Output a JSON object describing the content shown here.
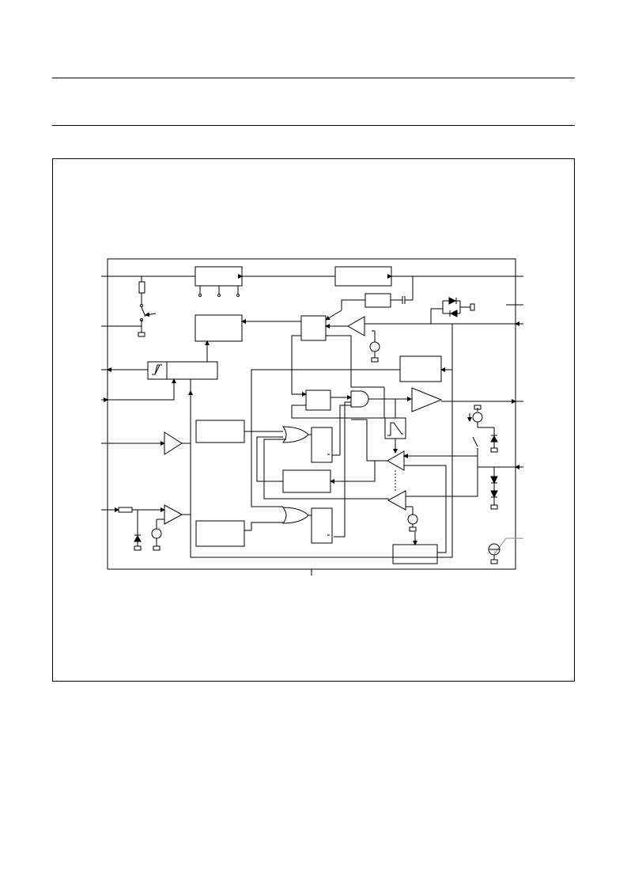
{
  "colors": {
    "ink": "#000000",
    "pin": "#888888",
    "paper": "#ffffff"
  },
  "diagram": {
    "type": "block-diagram",
    "blocks": [
      {
        "id": "ref-block"
      },
      {
        "id": "regulator-block"
      },
      {
        "id": "control-logic-block"
      },
      {
        "id": "latch-block"
      },
      {
        "id": "protection-block"
      },
      {
        "id": "hysteresis-comparator-block"
      },
      {
        "id": "flipflop-block"
      },
      {
        "id": "timer-block-1"
      },
      {
        "id": "timer-block-2"
      },
      {
        "id": "timer-block-3"
      },
      {
        "id": "timer-block-4"
      },
      {
        "id": "current-sense-block"
      },
      {
        "id": "driver-block"
      },
      {
        "id": "ramp-generator"
      },
      {
        "id": "ic-package"
      }
    ],
    "gates": [
      {
        "type": "and",
        "id": "and-gate"
      },
      {
        "type": "or",
        "id": "or-gate-1"
      },
      {
        "type": "or",
        "id": "or-gate-2"
      }
    ],
    "amplifiers": [
      {
        "id": "error-amp"
      },
      {
        "id": "buffer"
      },
      {
        "id": "input-comparator"
      },
      {
        "id": "current-comparator"
      },
      {
        "id": "demag-comparator"
      },
      {
        "id": "output-driver"
      }
    ]
  }
}
